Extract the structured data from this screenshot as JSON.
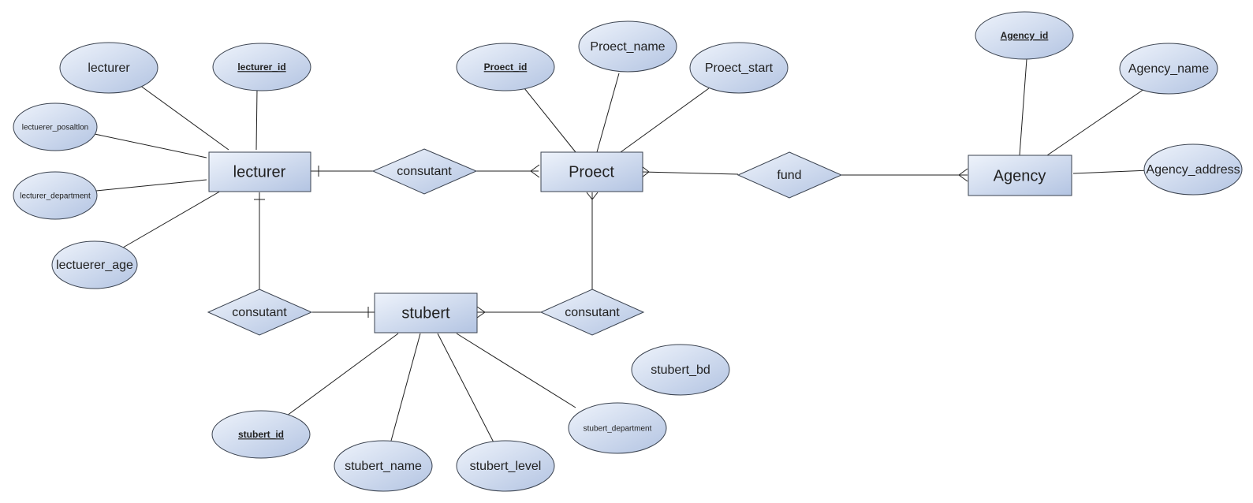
{
  "diagram": {
    "entities": {
      "lecturer": "lecturer",
      "project": "Proect",
      "agency": "Agency",
      "student": "stubert"
    },
    "relationships": {
      "lecturer_project": "consutant",
      "project_agency": "fund",
      "lecturer_student": "consutant",
      "student_project": "consutant"
    },
    "attributes": {
      "lecturer": {
        "name": "lecturer",
        "id": "lecturer_id",
        "position": "lectuerer_posaltlon",
        "department": "lecturer_department",
        "age": "lectuerer_age"
      },
      "project": {
        "id": "Proect_id",
        "name": "Proect_name",
        "start": "Proect_start"
      },
      "agency": {
        "id": "Agency_id",
        "name": "Agency_name",
        "address": "Agency_address"
      },
      "student": {
        "id": "stubert_id",
        "name": "stubert_name",
        "level": "stubert_level",
        "department": "stubert_department",
        "bd": "stubert_bd"
      }
    }
  },
  "colors": {
    "fill_light": "#eef3fb",
    "fill_dark": "#b3c4e2",
    "stroke": "#3b4350",
    "line": "#1f1f1f",
    "text": "#222222"
  }
}
